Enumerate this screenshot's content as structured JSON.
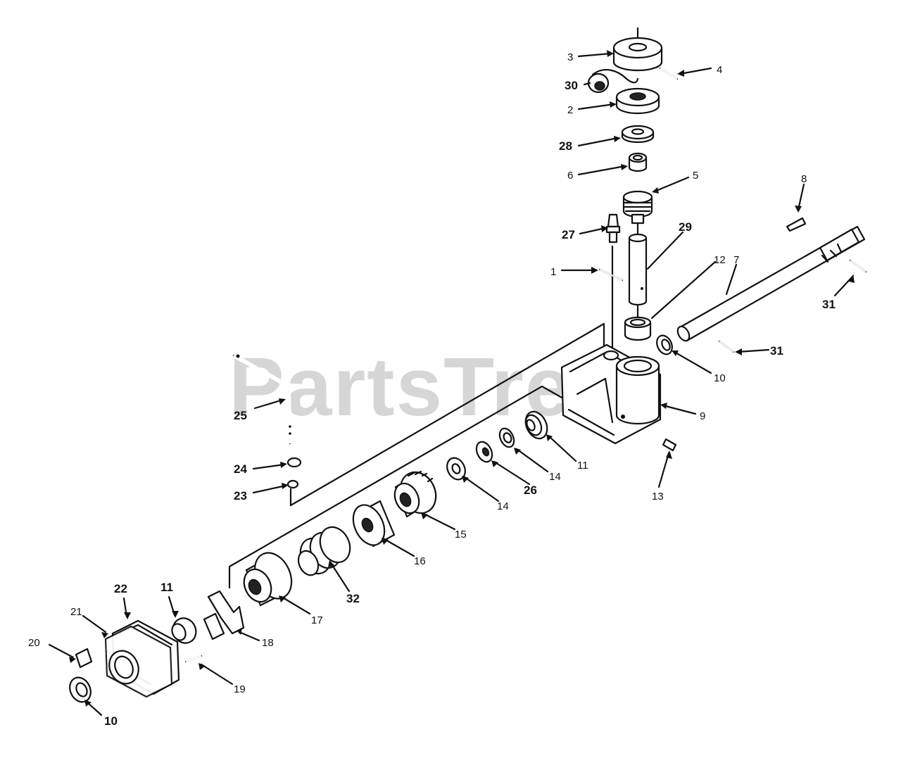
{
  "watermark": "PartsTree",
  "callouts": [
    {
      "id": "c3",
      "text": "3",
      "bold": false
    },
    {
      "id": "c4",
      "text": "4",
      "bold": false
    },
    {
      "id": "c30",
      "text": "30",
      "bold": true
    },
    {
      "id": "c2",
      "text": "2",
      "bold": false
    },
    {
      "id": "c28",
      "text": "28",
      "bold": true
    },
    {
      "id": "c6",
      "text": "6",
      "bold": false
    },
    {
      "id": "c5",
      "text": "5",
      "bold": false
    },
    {
      "id": "c8",
      "text": "8",
      "bold": false
    },
    {
      "id": "c27",
      "text": "27",
      "bold": true
    },
    {
      "id": "c29",
      "text": "29",
      "bold": true
    },
    {
      "id": "c1",
      "text": "1",
      "bold": false
    },
    {
      "id": "c12",
      "text": "12",
      "bold": false
    },
    {
      "id": "c7",
      "text": "7",
      "bold": false
    },
    {
      "id": "c31a",
      "text": "31",
      "bold": true
    },
    {
      "id": "c31b",
      "text": "31",
      "bold": true
    },
    {
      "id": "c10a",
      "text": "10",
      "bold": false
    },
    {
      "id": "c25",
      "text": "25",
      "bold": true
    },
    {
      "id": "c9",
      "text": "9",
      "bold": false
    },
    {
      "id": "c11a",
      "text": "11",
      "bold": false
    },
    {
      "id": "c24",
      "text": "24",
      "bold": true
    },
    {
      "id": "c14a",
      "text": "14",
      "bold": false
    },
    {
      "id": "c26",
      "text": "26",
      "bold": true
    },
    {
      "id": "c13",
      "text": "13",
      "bold": false
    },
    {
      "id": "c23",
      "text": "23",
      "bold": true
    },
    {
      "id": "c14b",
      "text": "14",
      "bold": false
    },
    {
      "id": "c15",
      "text": "15",
      "bold": false
    },
    {
      "id": "c16",
      "text": "16",
      "bold": false
    },
    {
      "id": "c32",
      "text": "32",
      "bold": true
    },
    {
      "id": "c22",
      "text": "22",
      "bold": true
    },
    {
      "id": "c11b",
      "text": "11",
      "bold": true
    },
    {
      "id": "c17",
      "text": "17",
      "bold": false
    },
    {
      "id": "c21",
      "text": "21",
      "bold": false
    },
    {
      "id": "c18",
      "text": "18",
      "bold": false
    },
    {
      "id": "c20",
      "text": "20",
      "bold": false
    },
    {
      "id": "c19",
      "text": "19",
      "bold": false
    },
    {
      "id": "c10b",
      "text": "10",
      "bold": true
    }
  ]
}
